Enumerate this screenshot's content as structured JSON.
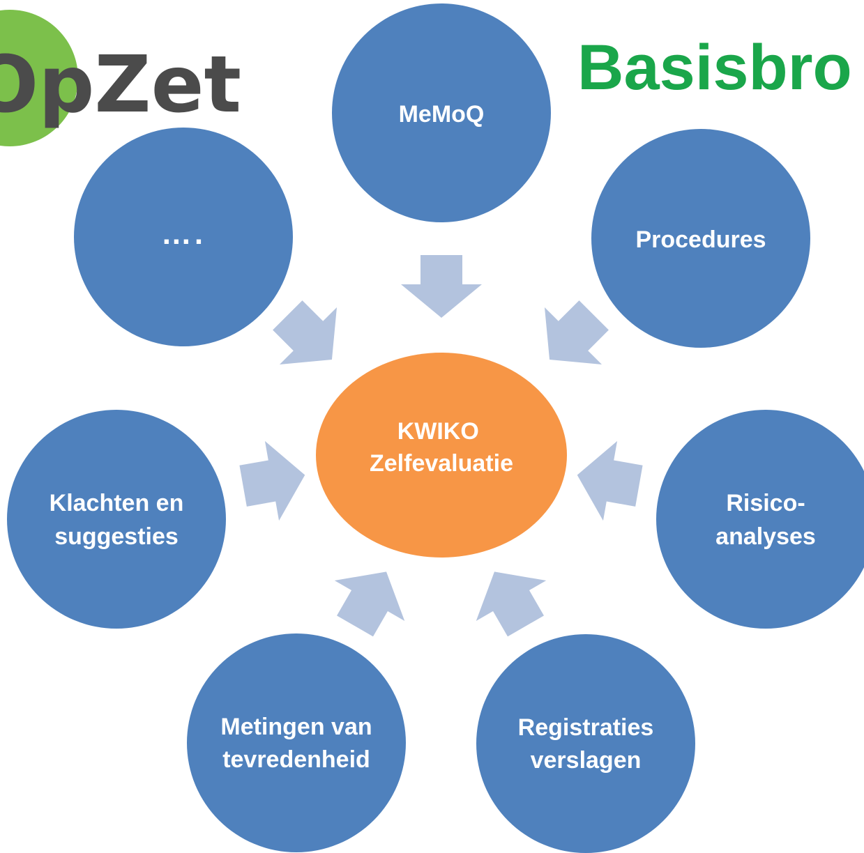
{
  "logo": {
    "text": "OpZet",
    "circle_color": "#7cc04b",
    "text_color": "#4b4b4b"
  },
  "title": "Basisbro",
  "center": {
    "lines": [
      "KWIKO",
      "Zelfevaluatie"
    ],
    "color": "#f79646"
  },
  "nodes": [
    {
      "id": "memoq",
      "lines": [
        "MeMoQ"
      ]
    },
    {
      "id": "procedures",
      "lines": [
        "Procedures"
      ]
    },
    {
      "id": "risico",
      "lines": [
        "Risico-",
        "analyses"
      ]
    },
    {
      "id": "registraties",
      "lines": [
        "Registraties",
        "verslagen"
      ]
    },
    {
      "id": "metingen",
      "lines": [
        "Metingen van",
        "tevredenheid"
      ]
    },
    {
      "id": "klachten",
      "lines": [
        "Klachten en",
        "suggesties"
      ]
    },
    {
      "id": "more",
      "lines": [
        "…."
      ]
    }
  ],
  "colors": {
    "node": "#4f81bd",
    "arrow": "#b3c3de",
    "title": "#1aa64a"
  }
}
